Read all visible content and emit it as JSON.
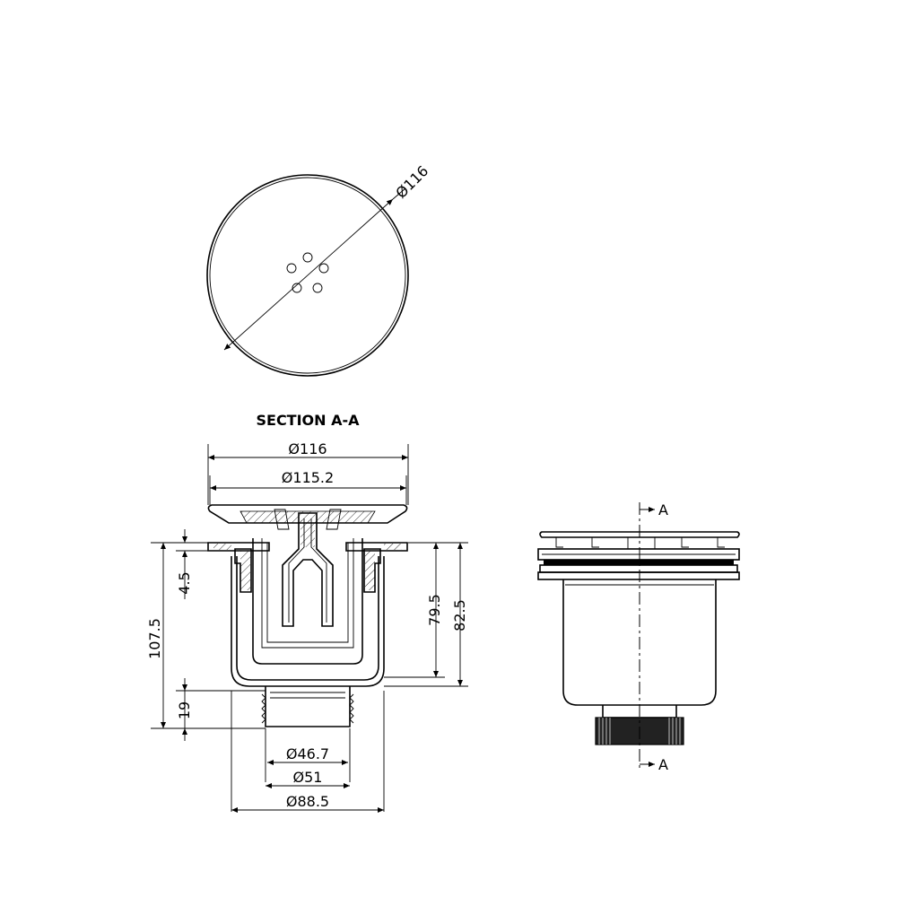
{
  "top_view": {
    "diameter_label": "Ø116"
  },
  "section_view": {
    "title": "SECTION A-A",
    "dimensions": {
      "top_outer_diameter": "Ø116",
      "top_inner_diameter": "Ø115.2",
      "flange_height": "4.5",
      "overall_height": "107.5",
      "thread_height": "19",
      "body_height_inner": "79.5",
      "body_height_outer": "82.5",
      "outlet_inner_diameter": "Ø46.7",
      "outlet_outer_diameter": "Ø51",
      "body_diameter": "Ø88.5"
    }
  },
  "side_view": {
    "section_mark_top": "A",
    "section_mark_bottom": "A"
  },
  "colors": {
    "line": "#000000",
    "background": "#ffffff"
  }
}
